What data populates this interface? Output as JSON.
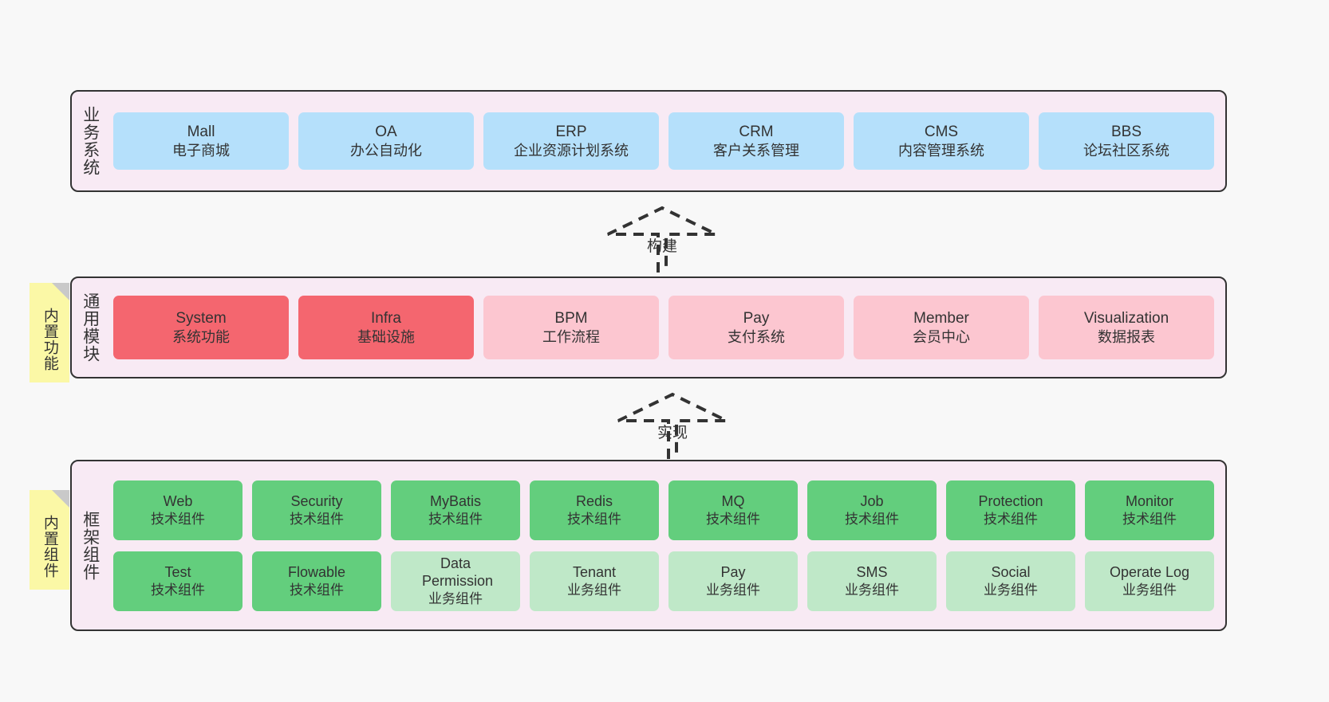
{
  "diagram": {
    "title": "",
    "background": "#f8f8f8",
    "colors": {
      "band_fill": "#f8eaf4",
      "band_border": "#333333",
      "business": "#b5e0fb",
      "core_module": "#f4666f",
      "common_module": "#fcc6d0",
      "tech_component": "#63ce7d",
      "biz_component": "#bfe8c8",
      "note": "#fbf8a6",
      "note_fold": "#c9c9c9",
      "text": "#333333"
    }
  },
  "layers": [
    {
      "id": "business-system",
      "label": "业务系统",
      "cards": [
        {
          "en": "Mall",
          "cn": "电子商城",
          "style": "blue"
        },
        {
          "en": "OA",
          "cn": "办公自动化",
          "style": "blue"
        },
        {
          "en": "ERP",
          "cn": "企业资源计划系统",
          "style": "blue"
        },
        {
          "en": "CRM",
          "cn": "客户关系管理",
          "style": "blue"
        },
        {
          "en": "CMS",
          "cn": "内容管理系统",
          "style": "blue"
        },
        {
          "en": "BBS",
          "cn": "论坛社区系统",
          "style": "blue"
        }
      ]
    },
    {
      "id": "common-module",
      "label": "通用模块",
      "note": "内置功能",
      "cards": [
        {
          "en": "System",
          "cn": "系统功能",
          "style": "red"
        },
        {
          "en": "Infra",
          "cn": "基础设施",
          "style": "red"
        },
        {
          "en": "BPM",
          "cn": "工作流程",
          "style": "pink"
        },
        {
          "en": "Pay",
          "cn": "支付系统",
          "style": "pink"
        },
        {
          "en": "Member",
          "cn": "会员中心",
          "style": "pink"
        },
        {
          "en": "Visualization",
          "cn": "数据报表",
          "style": "pink"
        }
      ]
    },
    {
      "id": "framework-component",
      "label": "框架组件",
      "note": "内置组件",
      "rows": [
        [
          {
            "en": "Web",
            "cn": "技术组件",
            "style": "green"
          },
          {
            "en": "Security",
            "cn": "技术组件",
            "style": "green"
          },
          {
            "en": "MyBatis",
            "cn": "技术组件",
            "style": "green"
          },
          {
            "en": "Redis",
            "cn": "技术组件",
            "style": "green"
          },
          {
            "en": "MQ",
            "cn": "技术组件",
            "style": "green"
          },
          {
            "en": "Job",
            "cn": "技术组件",
            "style": "green"
          },
          {
            "en": "Protection",
            "cn": "技术组件",
            "style": "green"
          },
          {
            "en": "Monitor",
            "cn": "技术组件",
            "style": "green"
          }
        ],
        [
          {
            "en": "Test",
            "cn": "技术组件",
            "style": "green"
          },
          {
            "en": "Flowable",
            "cn": "技术组件",
            "style": "green"
          },
          {
            "en": "Data Permission",
            "cn": "业务组件",
            "style": "mint"
          },
          {
            "en": "Tenant",
            "cn": "业务组件",
            "style": "mint"
          },
          {
            "en": "Pay",
            "cn": "业务组件",
            "style": "mint"
          },
          {
            "en": "SMS",
            "cn": "业务组件",
            "style": "mint"
          },
          {
            "en": "Social",
            "cn": "业务组件",
            "style": "mint"
          },
          {
            "en": "Operate Log",
            "cn": "业务组件",
            "style": "mint"
          }
        ]
      ]
    }
  ],
  "connectors": [
    {
      "id": "build",
      "label": "构建",
      "from": "common-module",
      "to": "business-system"
    },
    {
      "id": "implement",
      "label": "实现",
      "from": "framework-component",
      "to": "common-module"
    }
  ]
}
